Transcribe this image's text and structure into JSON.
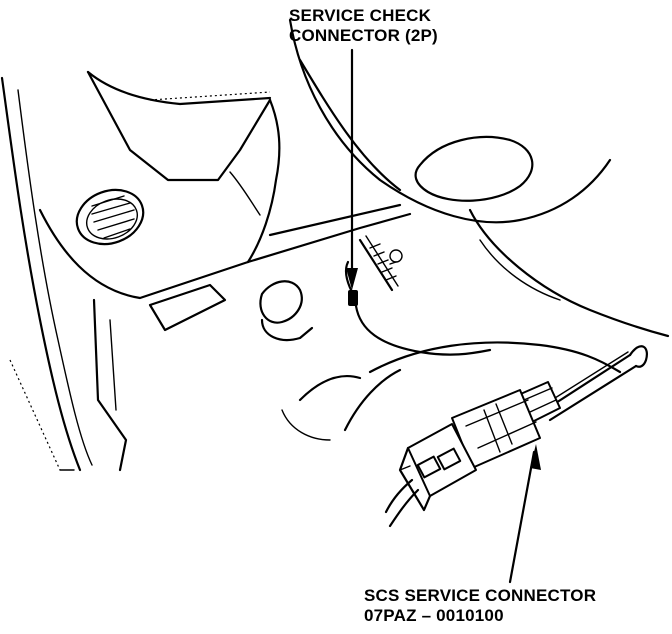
{
  "callouts": {
    "service_check_connector": {
      "line1": "SERVICE CHECK",
      "line2": "CONNECTOR (2P)"
    },
    "scs_service_connector": {
      "line1": "SCS SERVICE CONNECTOR",
      "line2": "07PAZ – 0010100"
    }
  },
  "colors": {
    "ink": "#000000",
    "paper": "#ffffff"
  }
}
